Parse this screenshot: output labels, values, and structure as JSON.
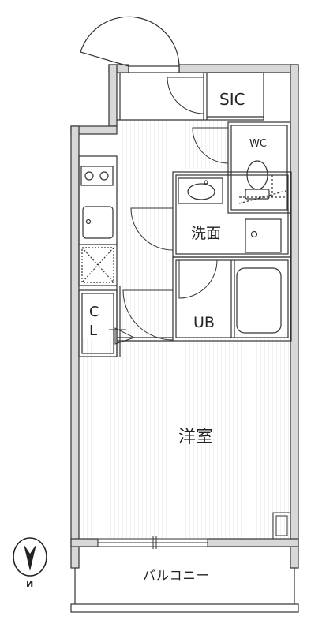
{
  "rooms": {
    "sic": "SIC",
    "wc": "WC",
    "washroom": "洗面",
    "unit_bath": "UB",
    "western_room": "洋室",
    "closet_line1": "C",
    "closet_line2": "L",
    "balcony": "バルコニー"
  },
  "compass": {
    "north_mark": "N"
  },
  "colors": {
    "wall_fill": "#d8d8d8",
    "wall_stroke": "#333333",
    "floor_lines": "#e6e6e6",
    "background": "#ffffff"
  }
}
